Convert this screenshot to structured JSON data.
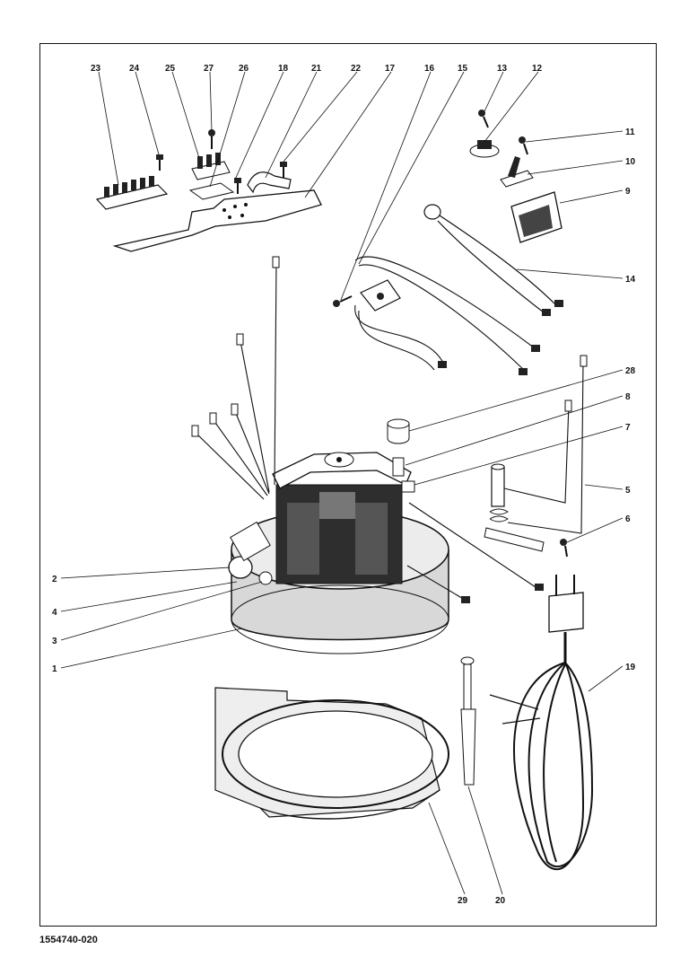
{
  "document_number": "1554740-020",
  "callouts": {
    "c1": "1",
    "c2": "2",
    "c3": "3",
    "c4": "4",
    "c5": "5",
    "c6": "6",
    "c7": "7",
    "c8": "8",
    "c9": "9",
    "c10": "10",
    "c11": "11",
    "c12": "12",
    "c13": "13",
    "c14": "14",
    "c15": "15",
    "c16": "16",
    "c17": "17",
    "c18": "18",
    "c19": "19",
    "c20": "20",
    "c21": "21",
    "c22": "22",
    "c23": "23",
    "c24": "24",
    "c25": "25",
    "c26": "26",
    "c27": "27",
    "c28": "28",
    "c29": "29"
  },
  "colors": {
    "ink": "#111111",
    "paper": "#ffffff",
    "shade": "#cfcfcf",
    "dark": "#3a3a3a"
  }
}
